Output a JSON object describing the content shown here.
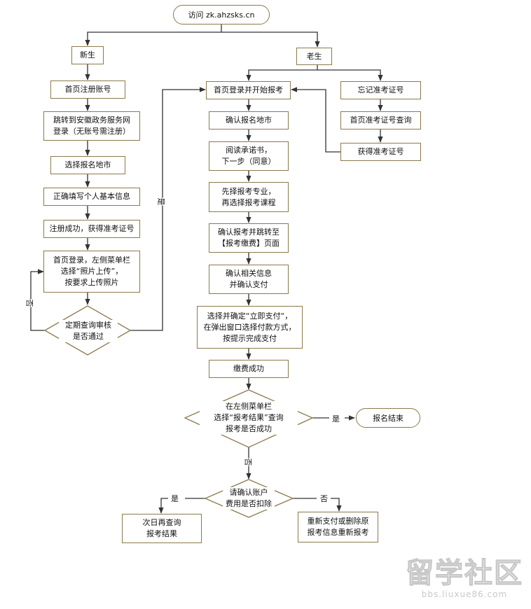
{
  "start": "访问 zk.ahzsks.cn",
  "branch_new": "新生",
  "branch_old": "老生",
  "new_steps": [
    "首页注册账号",
    "跳转到安徽政务服务网\n登录（无账号需注册）",
    "选择报名地市",
    "正确填写个人基本信息",
    "注册成功，获得准考证号",
    "首页登录，左侧菜单栏\n选择“照片上传”，\n按要求上传照片"
  ],
  "review_decision": "定期查询审核\n是否通过",
  "old_steps": [
    "首页登录并开始报考",
    "确认报名地市",
    "阅读承诺书，\n下一步（同意）",
    "先择报考专业，\n再选择报考课程",
    "确认报考并跳转至\n【报考缴费】页面",
    "确认相关信息\n并确认支付",
    "选择并确定“立即支付“，\n在弹出窗口选择付款方式，\n按提示完成支付",
    "缴费成功"
  ],
  "forgot_steps": [
    "忘记准考证号",
    "首页准考证号查询",
    "获得准考证号"
  ],
  "result_decision": "在左侧菜单栏\n选择“报考结果”查询\n报考是否成功",
  "end": "报名结束",
  "deduct_decision": "请确认账户\n费用是否扣除",
  "retry_next_day": "次日再查询\n报考结果",
  "repay": "重新支付或删除原\n报考信息重新报考",
  "labels": {
    "yes": "是",
    "no": "否"
  },
  "watermark": {
    "main": "留学社区",
    "url": "bbs.liuxue86.com"
  },
  "colors": {
    "border": "#8a7a4c",
    "line": "#333333"
  }
}
